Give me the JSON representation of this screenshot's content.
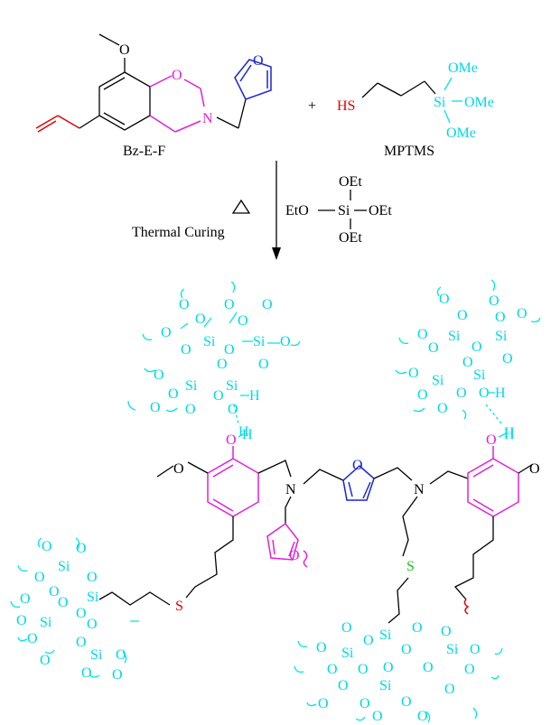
{
  "labels": {
    "benzoxazine_name": "Bz-E-F",
    "silane_name": "MPTMS",
    "plus": "+",
    "condition": "Thermal Curing",
    "teos": {
      "top": "OEt",
      "left": "EtO",
      "si": "Si",
      "right": "OEt",
      "bottom": "OEt"
    }
  },
  "atoms": {
    "oxygen": "O",
    "nitrogen": "N",
    "silicon": "Si",
    "sulfur": "S",
    "hydrogen": "H",
    "thiol": "HS",
    "methoxy": "OMe"
  },
  "colors": {
    "benzoxazine": "#e020d8",
    "furan": "#1a24d8",
    "silica": "#00e5e5",
    "allyl_thiol": "#e00000",
    "sulfur_bridge": "#18c418",
    "backbone": "#000000"
  }
}
